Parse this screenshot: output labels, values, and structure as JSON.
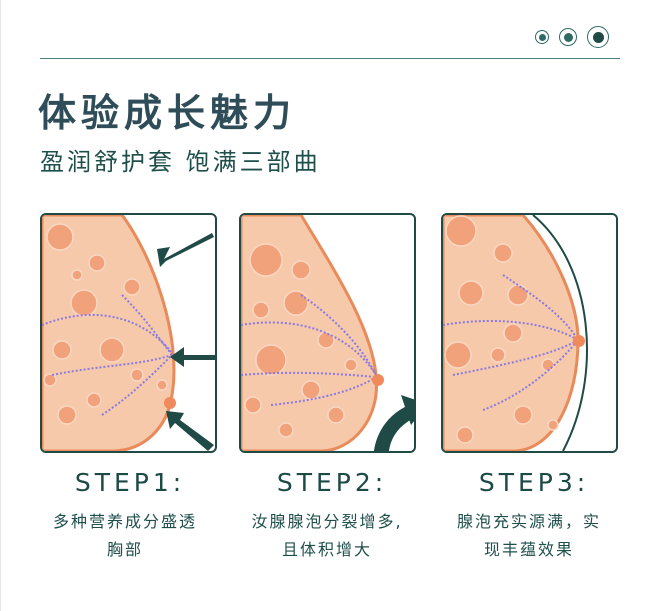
{
  "header": {
    "title": "体验成长魅力",
    "subtitle": "盈润舒护套 饱满三部曲"
  },
  "steps": [
    {
      "label": "STEP1:",
      "desc_line1": "多种营养成分盛透",
      "desc_line2": "胸部"
    },
    {
      "label": "STEP2:",
      "desc_line1": "汝腺腺泡分裂增多,",
      "desc_line2": "且体积增大"
    },
    {
      "label": "STEP3:",
      "desc_line1": "腺泡充实源满，实",
      "desc_line2": "现丰蕴效果"
    }
  ],
  "colors": {
    "accent": "#1f4a45",
    "skin": "#f6c7a8",
    "outline": "#e98a5a",
    "fiber": "#8a7ae0"
  }
}
